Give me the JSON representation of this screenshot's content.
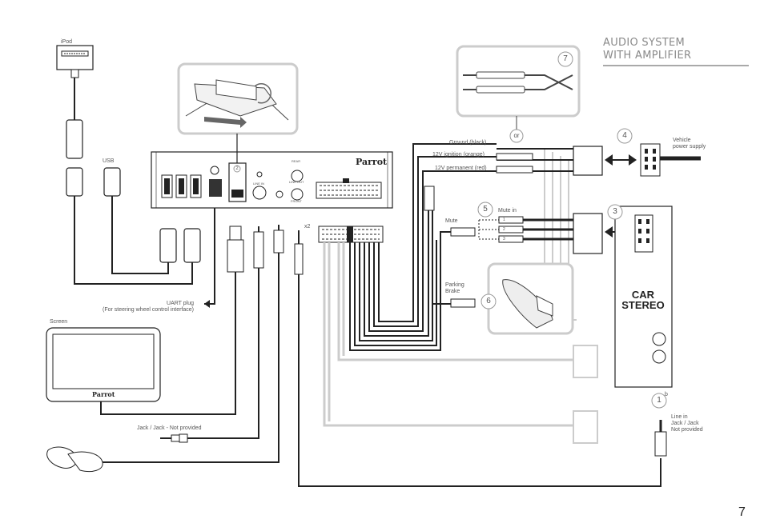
{
  "header": {
    "title_line1": "AUDIO SYSTEM",
    "title_line2": "WITH AMPLIFIER"
  },
  "page_number": "7",
  "unit": {
    "brand": "Parrot",
    "ports": {
      "rear": "REAR",
      "line_in": "LINE IN",
      "line_out": "LINE OUT",
      "front": "FRONT"
    }
  },
  "labels": {
    "ipod": "iPod",
    "usb": "USB",
    "uart_line1": "UART plug",
    "uart_line2": "(For steering wheel control interface)",
    "screen": "Screen",
    "screen_brand": "Parrot",
    "jack_jack": "Jack / Jack - Not provided",
    "x2": "x2",
    "ground": "Ground (black)",
    "ignition": "12V ignition (orange)",
    "permanent": "12V permanent (red)",
    "mute_in": "Mute in",
    "mute": "Mute",
    "parking_line1": "Parking",
    "parking_line2": "Brake",
    "vehicle_line1": "Vehicle",
    "vehicle_line2": "power supply",
    "car_line1": "CAR",
    "car_line2": "STEREO",
    "line_in_line1": "Line in",
    "line_in_line2": "Jack / Jack",
    "line_in_line3": "Not provided",
    "or": "or"
  },
  "callouts": {
    "n1": "1",
    "n1b": "b",
    "n2": "2",
    "n3": "3",
    "n4": "4",
    "n5": "5",
    "n6": "6",
    "n7": "7"
  },
  "mute_pins": [
    "1",
    "2",
    "3"
  ]
}
